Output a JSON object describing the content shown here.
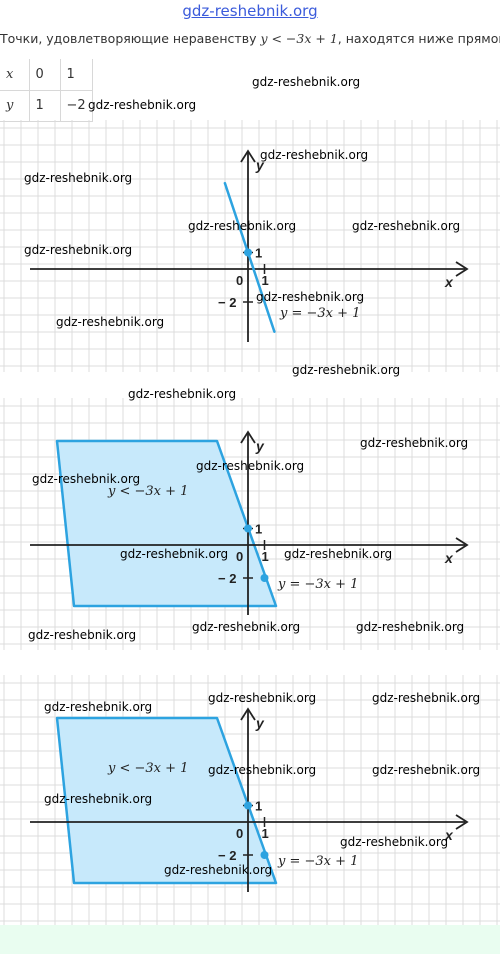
{
  "header": {
    "site_link": "gdz-reshebnik.org",
    "intro_text": "Точки, удовлетворяющие неравенству",
    "intro_math": "y < −3x + 1",
    "intro_tail": ", находятся ниже прямой"
  },
  "table": {
    "rows": [
      {
        "head": "x",
        "c1": "0",
        "c2": "1"
      },
      {
        "head": "y",
        "c1": "1",
        "c2": "−2"
      }
    ]
  },
  "graphs": {
    "axis_x_label": "x",
    "axis_y_label": "y",
    "origin_label": "0",
    "tick_x_one": "1",
    "tick_y_one": "1",
    "tick_y_minus_two": "− 2",
    "line_label": "y = −3x + 1",
    "region_label": "y < −3x + 1"
  },
  "watermark": "gdz-reshebnik.org",
  "colors": {
    "line": "#2da3e0",
    "region_fill": "#c7e9fb",
    "grid": "#dcdcdc",
    "axis": "#222222",
    "link": "#3b5bdb",
    "bottom_band": "#e9fdf0"
  }
}
